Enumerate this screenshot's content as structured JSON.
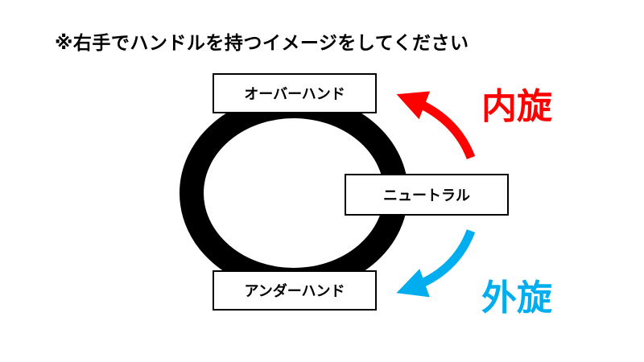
{
  "instruction": "※右手でハンドルを持つイメージをしてください",
  "labels": {
    "overhand": "オーバーハンド",
    "neutral": "ニュートラル",
    "underhand": "アンダーハンド"
  },
  "rotations": {
    "pronation": {
      "text": "内旋",
      "color": "#ff0000"
    },
    "supination": {
      "text": "外旋",
      "color": "#00aeef"
    }
  },
  "handle_color": "#000000"
}
